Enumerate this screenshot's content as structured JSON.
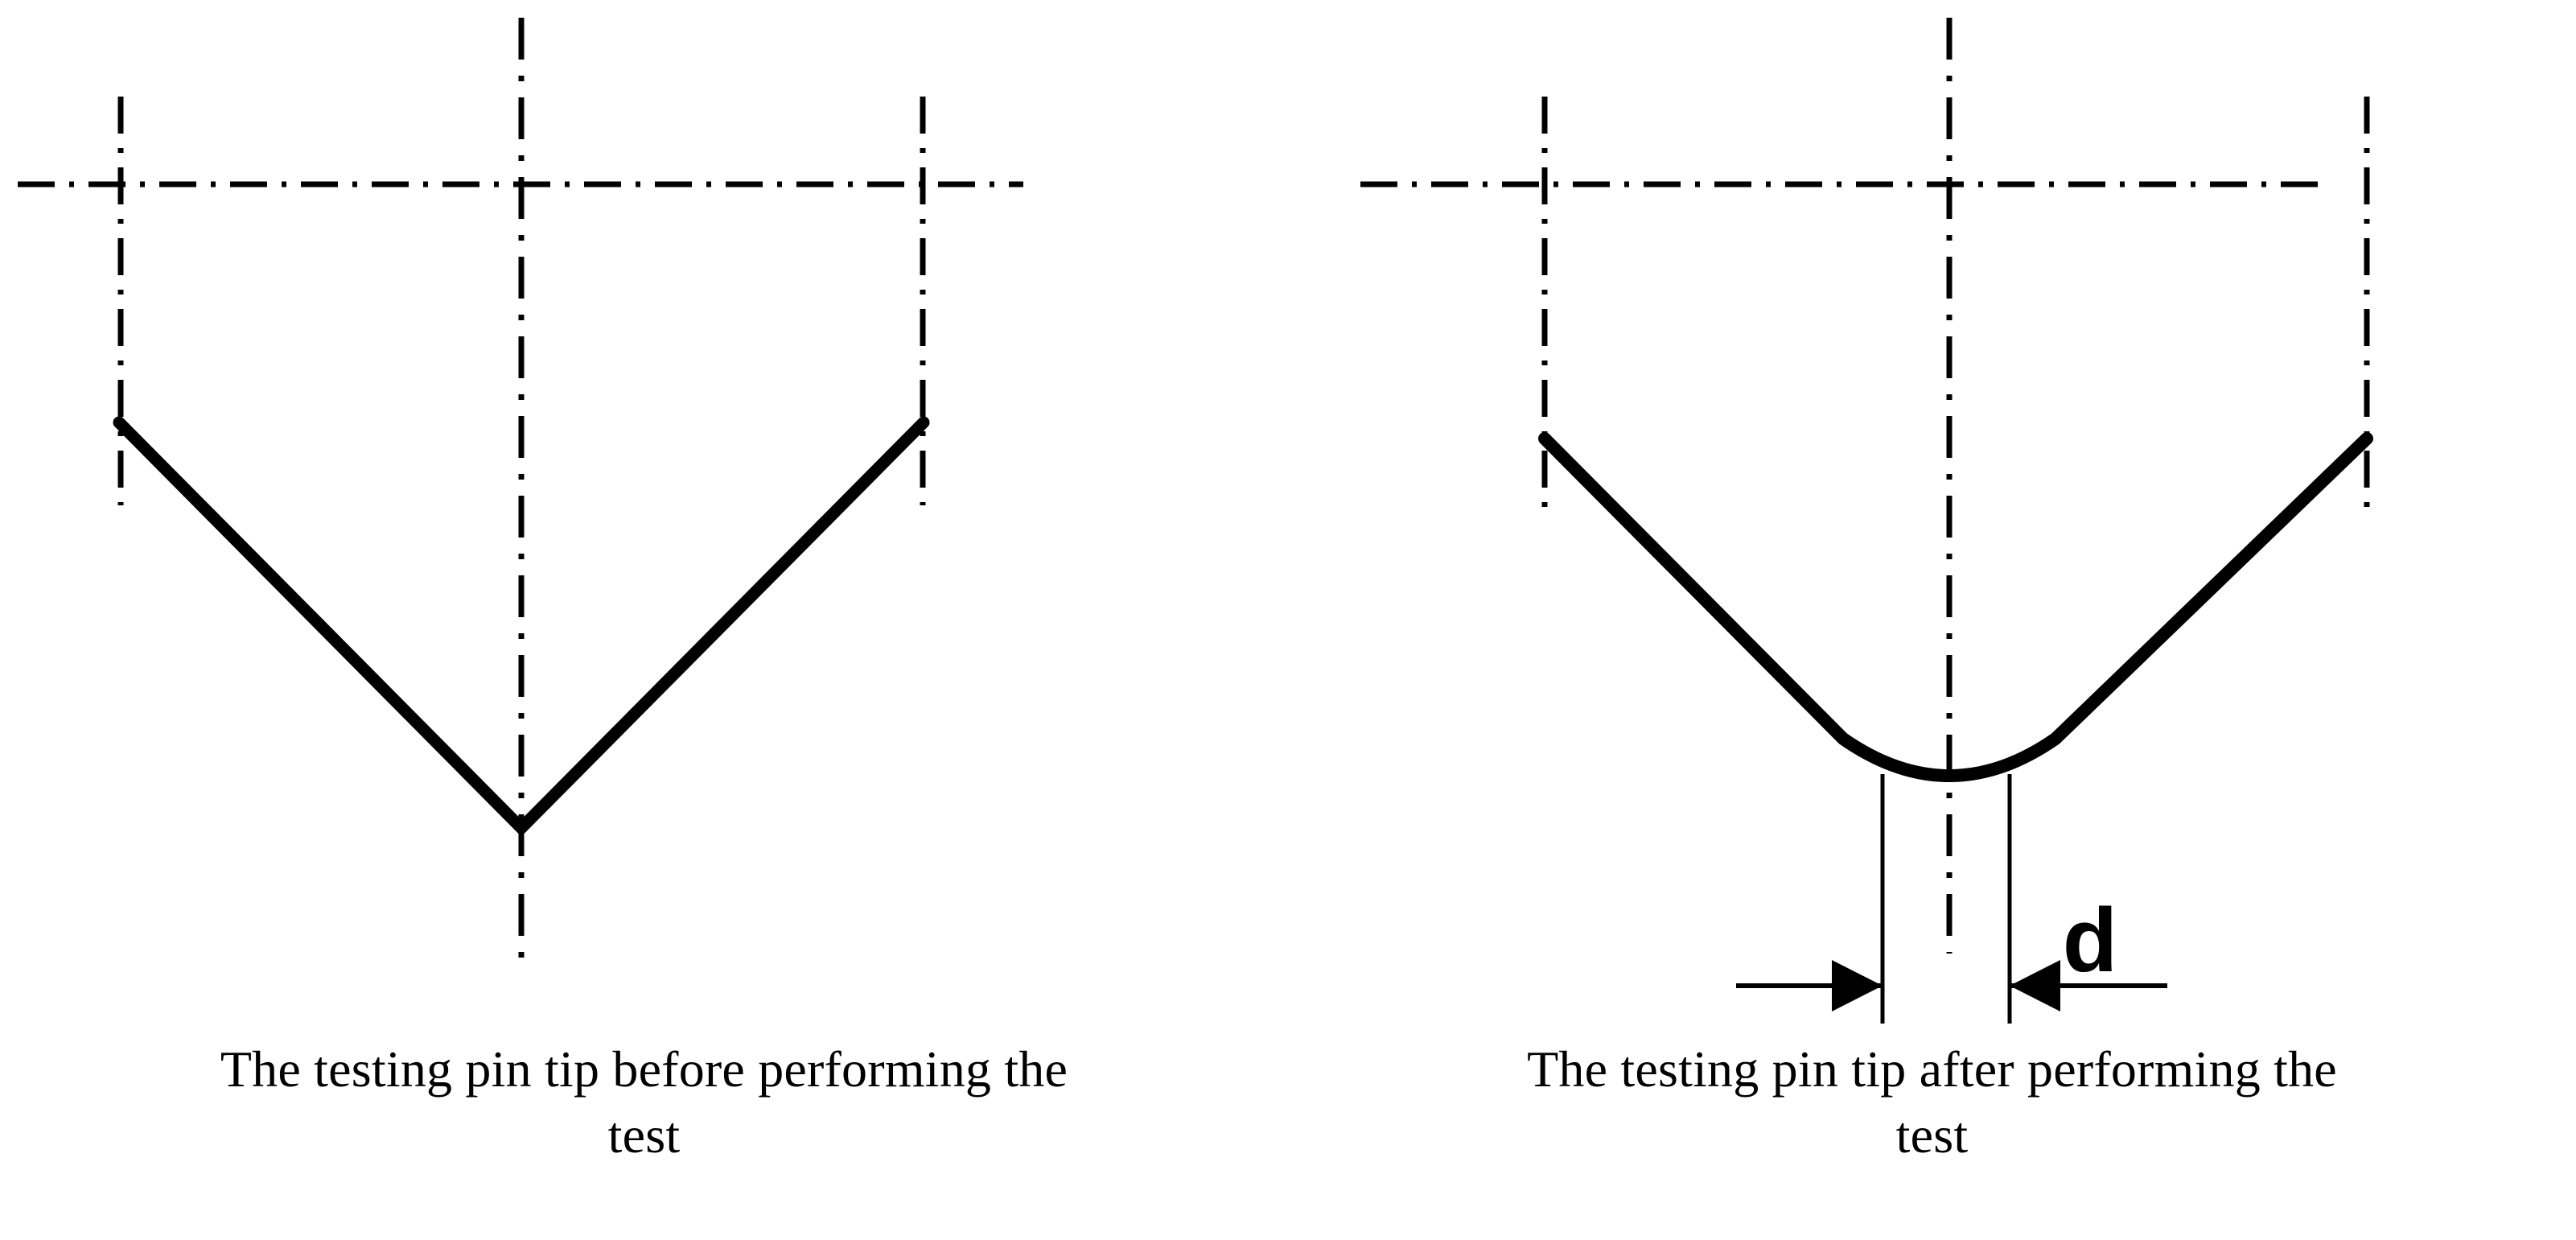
{
  "figure": {
    "type": "engineering-drawing",
    "description": "Two technical drawings of a testing pin tip, shown before and after performing the test",
    "background_color": "#ffffff",
    "line_color": "#000000",
    "panels": [
      {
        "id": "before",
        "caption_line_1": "The testing pin tip before performing the",
        "caption_line_2": "test",
        "tip_condition": "sharp",
        "tip_shape": "V point",
        "dimension_label": null,
        "centerline_style": "dash-dot",
        "profile_stroke_width": 14
      },
      {
        "id": "after",
        "caption_line_1": "The testing pin tip after performing the",
        "caption_line_2": "test",
        "tip_condition": "worn",
        "tip_shape": "rounded / flattened",
        "dimension_label": "d",
        "centerline_style": "dash-dot",
        "profile_stroke_width": 14
      }
    ]
  },
  "colors": {
    "ink": "#000000",
    "paper": "#ffffff"
  }
}
